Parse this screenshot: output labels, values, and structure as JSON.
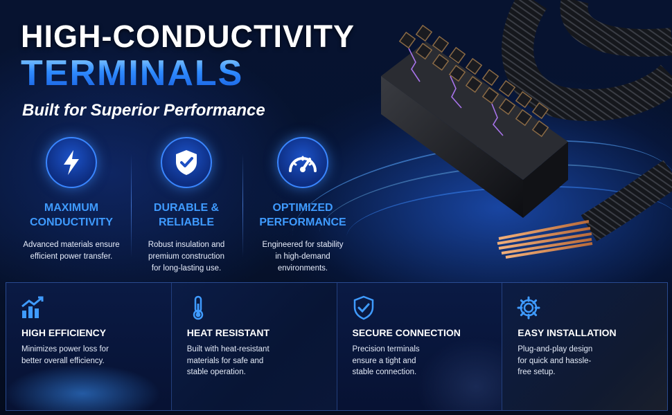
{
  "hero": {
    "title_line1": "HIGH-CONDUCTIVITY",
    "title_line2": "TERMINALS",
    "subtitle": "Built for Superior Performance"
  },
  "features": [
    {
      "icon": "lightning-bolt-icon",
      "title_line1": "MAXIMUM",
      "title_line2": "CONDUCTIVITY",
      "desc_line1": "Advanced materials ensure",
      "desc_line2": "efficient power transfer.",
      "desc_line3": ""
    },
    {
      "icon": "shield-check-icon",
      "title_line1": "DURABLE &",
      "title_line2": "RELIABLE",
      "desc_line1": "Robust insulation and",
      "desc_line2": "premium construction",
      "desc_line3": "for long-lasting use."
    },
    {
      "icon": "speedometer-icon",
      "title_line1": "OPTIMIZED",
      "title_line2": "PERFORMANCE",
      "desc_line1": "Engineered for stability",
      "desc_line2": "in high-demand",
      "desc_line3": "environments."
    }
  ],
  "panels": [
    {
      "icon": "bar-chart-arrow-icon",
      "title": "HIGH EFFICIENCY",
      "desc_line1": "Minimizes power loss for",
      "desc_line2": "better overall efficiency.",
      "desc_line3": ""
    },
    {
      "icon": "thermometer-icon",
      "title": "HEAT RESISTANT",
      "desc_line1": "Built with heat-resistant",
      "desc_line2": "materials for safe and",
      "desc_line3": "stable operation."
    },
    {
      "icon": "shield-check-icon",
      "title": "SECURE CONNECTION",
      "desc_line1": "Precision terminals",
      "desc_line2": "ensure a tight and",
      "desc_line3": "stable connection."
    },
    {
      "icon": "gear-icon",
      "title": "EASY INSTALLATION",
      "desc_line1": "Plug-and-play design",
      "desc_line2": "for quick and hassle-",
      "desc_line3": "free setup."
    }
  ],
  "colors": {
    "accent_blue": "#3f9bff",
    "background": "#050b1c",
    "text": "#ffffff"
  }
}
